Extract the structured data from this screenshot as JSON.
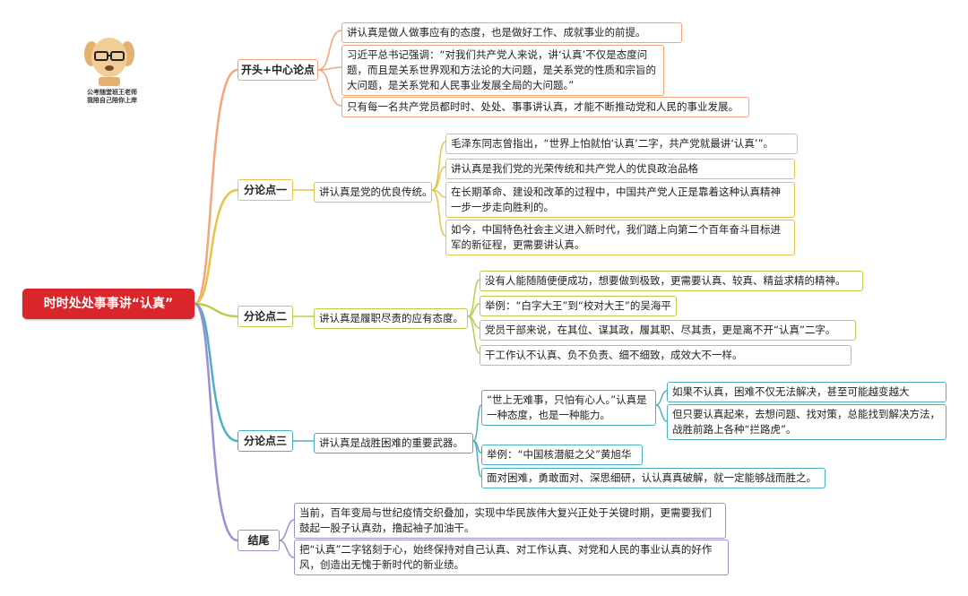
{
  "logo": {
    "line1": "公考随堂班王老师",
    "line2": "我陪自己陪你上岸"
  },
  "root": "时时处处事事讲“认真”",
  "branches": {
    "b1": {
      "label": "开头+中心论点",
      "items": [
        "讲认真是做人做事应有的态度，也是做好工作、成就事业的前提。",
        "习近平总书记强调：“对我们共产党人来说，讲‘认真’不仅是态度问题，而且是关系世界观和方法论的大问题，是关系党的性质和宗旨的大问题，是关系党和人民事业发展全局的大问题。”",
        "只有每一名共产党员都时时、处处、事事讲认真，才能不断推动党和人民的事业发展。"
      ]
    },
    "b2": {
      "label": "分论点一",
      "mid": "讲认真是党的优良传统。",
      "items": [
        "毛泽东同志曾指出，“世界上怕就怕‘认真’二字，共产党就最讲‘认真’”。",
        "讲认真是我们党的光荣传统和共产党人的优良政治品格",
        "在长期革命、建设和改革的过程中，中国共产党人正是靠着这种认真精神一步一步走向胜利的。",
        "如今，中国特色社会主义进入新时代，我们踏上向第二个百年奋斗目标进军的新征程，更需要讲认真。"
      ]
    },
    "b3": {
      "label": "分论点二",
      "mid": "讲认真是履职尽责的应有态度。",
      "items": [
        "没有人能随随便便成功，想要做到极致，更需要认真、较真、精益求精的精神。",
        "举例：“白字大王”到“校对大王”的吴海平",
        "党员干部来说，在其位、谋其政，履其职、尽其责，更是离不开“认真”二字。",
        "干工作认不认真、负不负责、细不细致，成效大不一样。"
      ]
    },
    "b4": {
      "label": "分论点三",
      "mid": "讲认真是战胜困难的重要武器。",
      "quote": "“世上无难事，只怕有心人。”认真是一种态度，也是一种能力。",
      "sub": [
        "如果不认真，困难不仅无法解决，甚至可能越变越大",
        "但只要认真起来，去想问题、找对策，总能找到解决方法，战胜前路上各种“拦路虎”。"
      ],
      "items": [
        "举例：“中国核潜艇之父”黄旭华",
        "面对困难，勇敢面对、深思细研，认认真真破解，就一定能够战而胜之。"
      ]
    },
    "b5": {
      "label": "结尾",
      "items": [
        "当前，百年变局与世纪疫情交织叠加，实现中华民族伟大复兴正处于关键时期，更需要我们鼓起一股子认真劲，撸起袖子加油干。",
        "把“认真”二字铭刻于心，始终保持对自己认真、对工作认真、对党和人民的事业认真的好作风，创造出无愧于新时代的新业绩。"
      ]
    }
  },
  "colors": {
    "root": "#d9262a",
    "b1": "#f2a67a",
    "b2": "#e8c34a",
    "b3": "#b8cf4e",
    "b4": "#4db0c0",
    "b5": "#9b8fd2"
  }
}
